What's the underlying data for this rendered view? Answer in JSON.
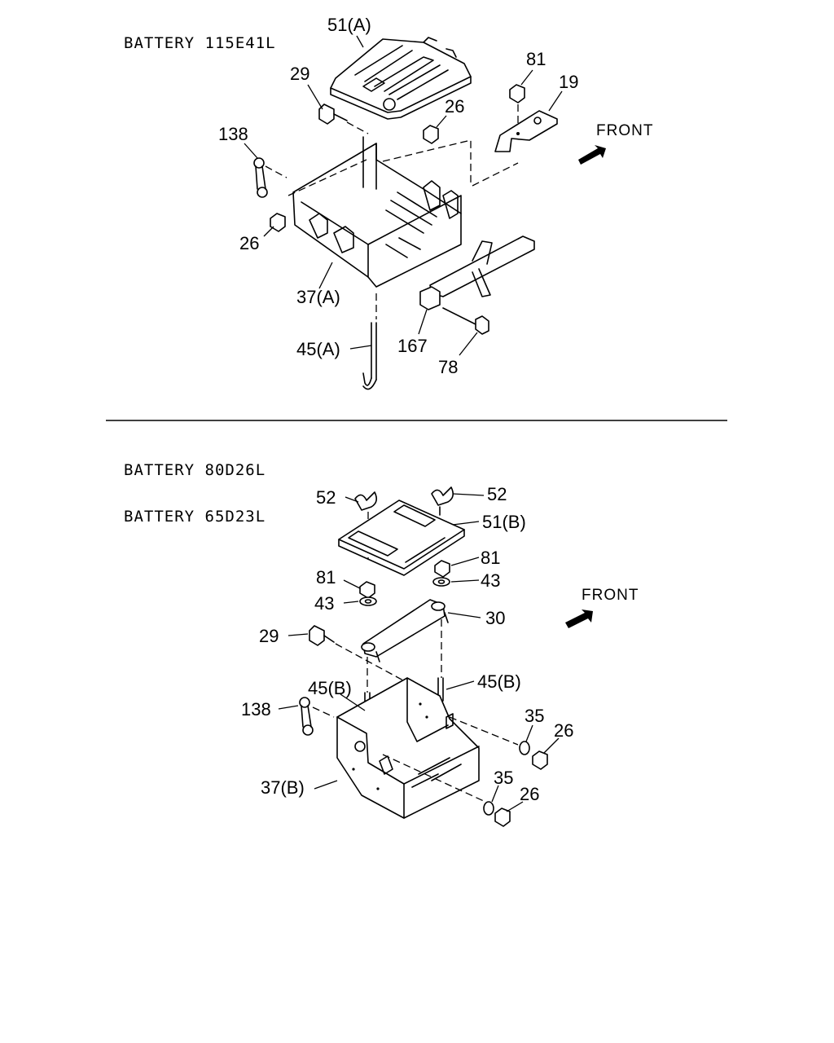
{
  "sections": [
    {
      "heading_lines": [
        "BATTERY 115E41L"
      ]
    },
    {
      "heading_lines": [
        "BATTERY 80D26L",
        "BATTERY 65D23L"
      ]
    }
  ],
  "front_label": "FRONT",
  "callouts_top": [
    "51(A)",
    "29",
    "81",
    "19",
    "26",
    "138",
    "26",
    "37(A)",
    "45(A)",
    "167",
    "78"
  ],
  "callouts_bottom": [
    "52",
    "52",
    "51(B)",
    "81",
    "81",
    "43",
    "43",
    "30",
    "29",
    "45(B)",
    "45(B)",
    "138",
    "35",
    "26",
    "37(B)",
    "35",
    "26"
  ],
  "colors": {
    "line": "#000000",
    "background": "#ffffff"
  }
}
